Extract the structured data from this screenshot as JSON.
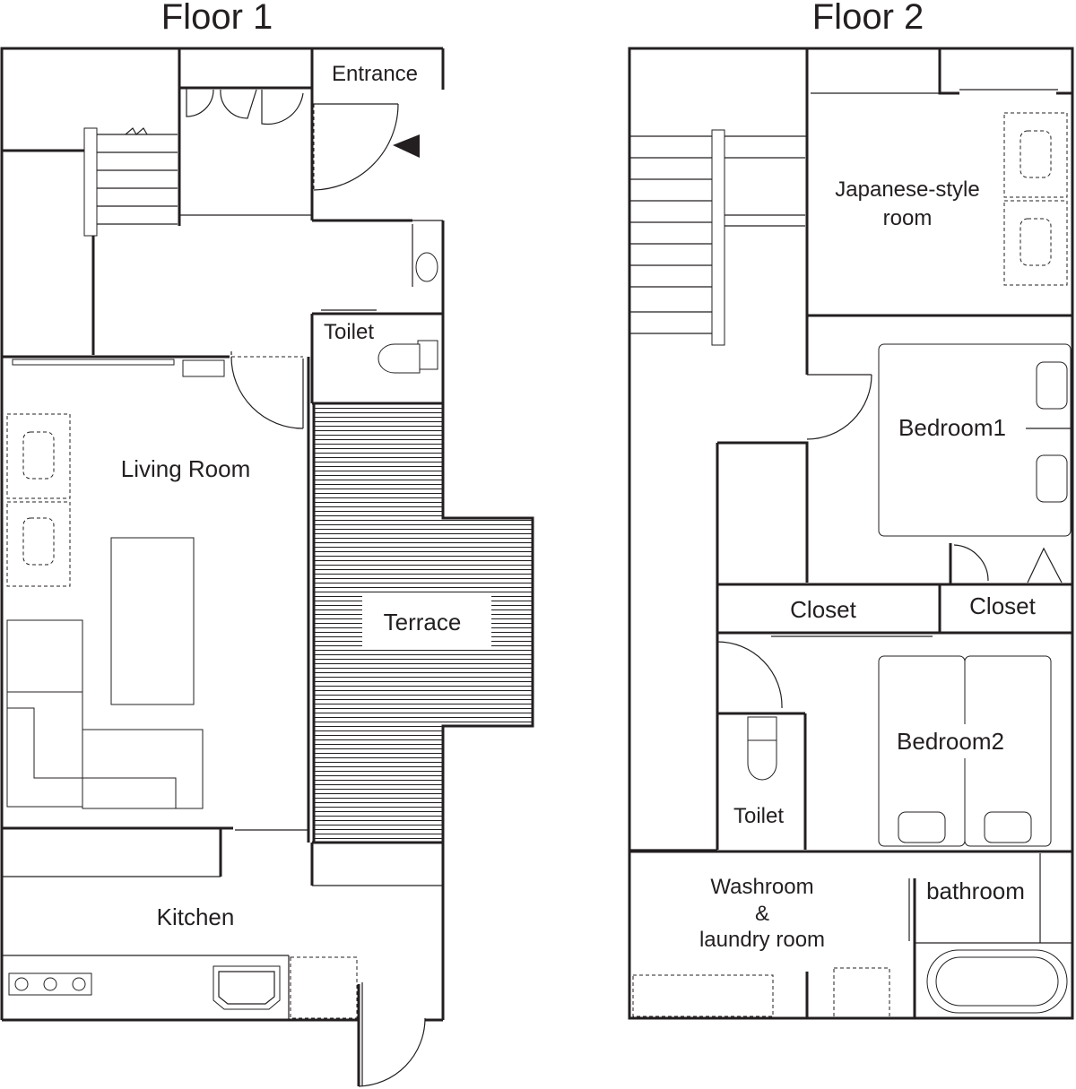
{
  "floors": [
    {
      "title": "Floor 1",
      "rooms": {
        "entrance": "Entrance",
        "toilet": "Toilet",
        "living_room": "Living Room",
        "terrace": "Terrace",
        "kitchen": "Kitchen"
      }
    },
    {
      "title": "Floor 2",
      "rooms": {
        "japanese_room_line1": "Japanese-style",
        "japanese_room_line2": "room",
        "bedroom1": "Bedroom1",
        "closet_left": "Closet",
        "closet_right": "Closet",
        "bedroom2": "Bedroom2",
        "toilet": "Toilet",
        "washroom_line1": "Washroom",
        "washroom_line2": "&",
        "washroom_line3": "laundry room",
        "bathroom": "bathroom"
      }
    }
  ],
  "icons": {
    "entrance_marker": "entry-arrow-icon"
  }
}
